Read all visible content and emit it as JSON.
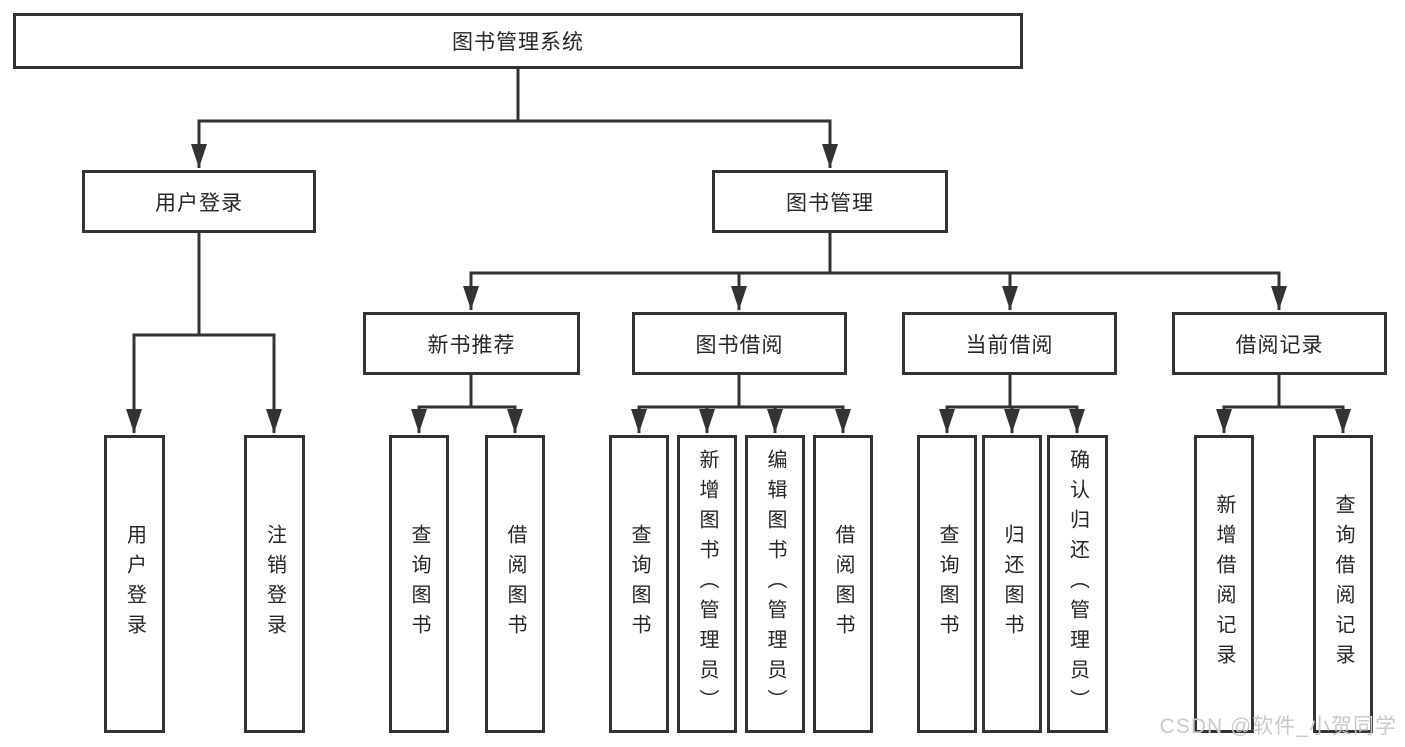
{
  "nodes": {
    "root": "图书管理系统",
    "user_login": "用户登录",
    "book_management": "图书管理",
    "new_book_recommend": "新书推荐",
    "book_borrowing": "图书借阅",
    "current_borrowing": "当前借阅",
    "borrowing_records": "借阅记录",
    "leaf_user_login": "用户登录",
    "leaf_logout": "注销登录",
    "leaf_nbr_query_books": "查询图书",
    "leaf_nbr_borrow_books": "借阅图书",
    "leaf_bb_query_books": "查询图书",
    "leaf_bb_add_books": "新增图书（管理员）",
    "leaf_bb_edit_books": "编辑图书（管理员）",
    "leaf_bb_borrow_books": "借阅图书",
    "leaf_cb_query_books": "查询图书",
    "leaf_cb_return_books": "归还图书",
    "leaf_cb_confirm_return": "确认归还（管理员）",
    "leaf_br_add_record": "新增借阅记录",
    "leaf_br_query_record": "查询借阅记录"
  },
  "watermark": "CSDN @软件_小贺同学",
  "colors": {
    "line": "#333333",
    "text": "#262626",
    "box_fill": "#ffffff",
    "background": "#ffffff",
    "watermark": "#c9c9c9"
  }
}
